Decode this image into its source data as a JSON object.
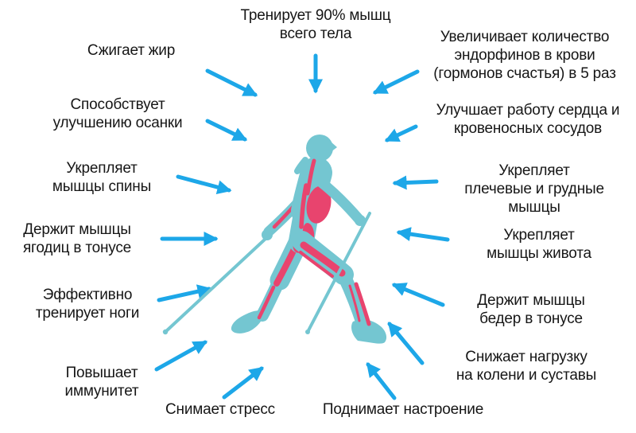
{
  "colors": {
    "arrow": "#1da7e8",
    "body": "#74c6d1",
    "muscle": "#e8446e",
    "text": "#161616",
    "background": "#ffffff"
  },
  "figure": {
    "name": "nordic-walking-person",
    "description_visible": ""
  },
  "benefits": [
    {
      "id": "trains-90-percent",
      "text": "Тренирует 90% мышц\nвсего тела"
    },
    {
      "id": "burns-fat",
      "text": "Сжигает жир"
    },
    {
      "id": "endorphins",
      "text": "Увеличивает количество\nэндорфинов в крови\n(гормонов счастья) в 5 раз"
    },
    {
      "id": "posture",
      "text": "Способствует\nулучшению осанки"
    },
    {
      "id": "heart-vessels",
      "text": "Улучшает работу сердца и\nкровеносных сосудов"
    },
    {
      "id": "back-muscles",
      "text": "Укрепляет\nмышцы спины"
    },
    {
      "id": "shoulder-chest-muscles",
      "text": "Укрепляет\nплечевые и грудные\nмышцы"
    },
    {
      "id": "glutes-tone",
      "text": "Держит мышцы\nягодиц в тонусе"
    },
    {
      "id": "abdominal-muscles",
      "text": "Укрепляет\nмышцы живота"
    },
    {
      "id": "trains-legs",
      "text": "Эффективно\nтренирует ноги"
    },
    {
      "id": "thighs-tone",
      "text": "Держит мышцы\nбедер в тонусе"
    },
    {
      "id": "immunity",
      "text": "Повышает\nиммунитет"
    },
    {
      "id": "knees-joints",
      "text": "Снижает нагрузку\nна колени и суставы"
    },
    {
      "id": "stress-relief",
      "text": "Снимает стресс"
    },
    {
      "id": "mood-boost",
      "text": "Поднимает настроение"
    }
  ]
}
